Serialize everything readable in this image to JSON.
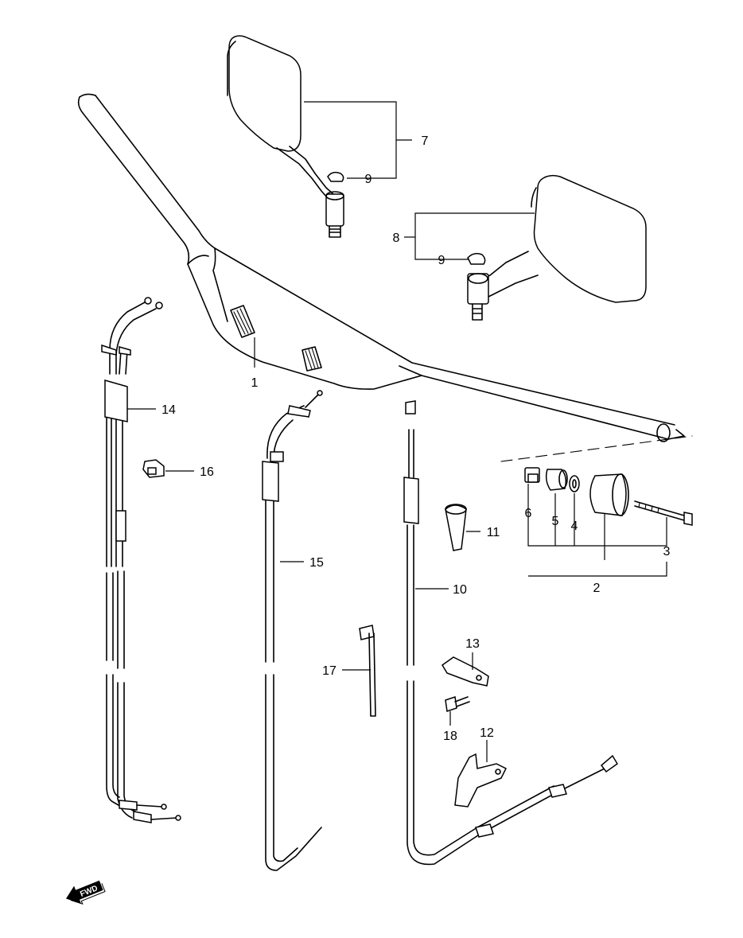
{
  "callouts": {
    "c1": "1",
    "c2": "2",
    "c3": "3",
    "c4": "4",
    "c5": "5",
    "c6": "6",
    "c7": "7",
    "c8": "8",
    "c9a": "9",
    "c9b": "9",
    "c10": "10",
    "c11": "11",
    "c12": "12",
    "c13": "13",
    "c14": "14",
    "c15": "15",
    "c16": "16",
    "c17": "17",
    "c18": "18"
  },
  "fwd_label": "FWD",
  "icons": {
    "direction": "fwd-arrow-icon"
  }
}
